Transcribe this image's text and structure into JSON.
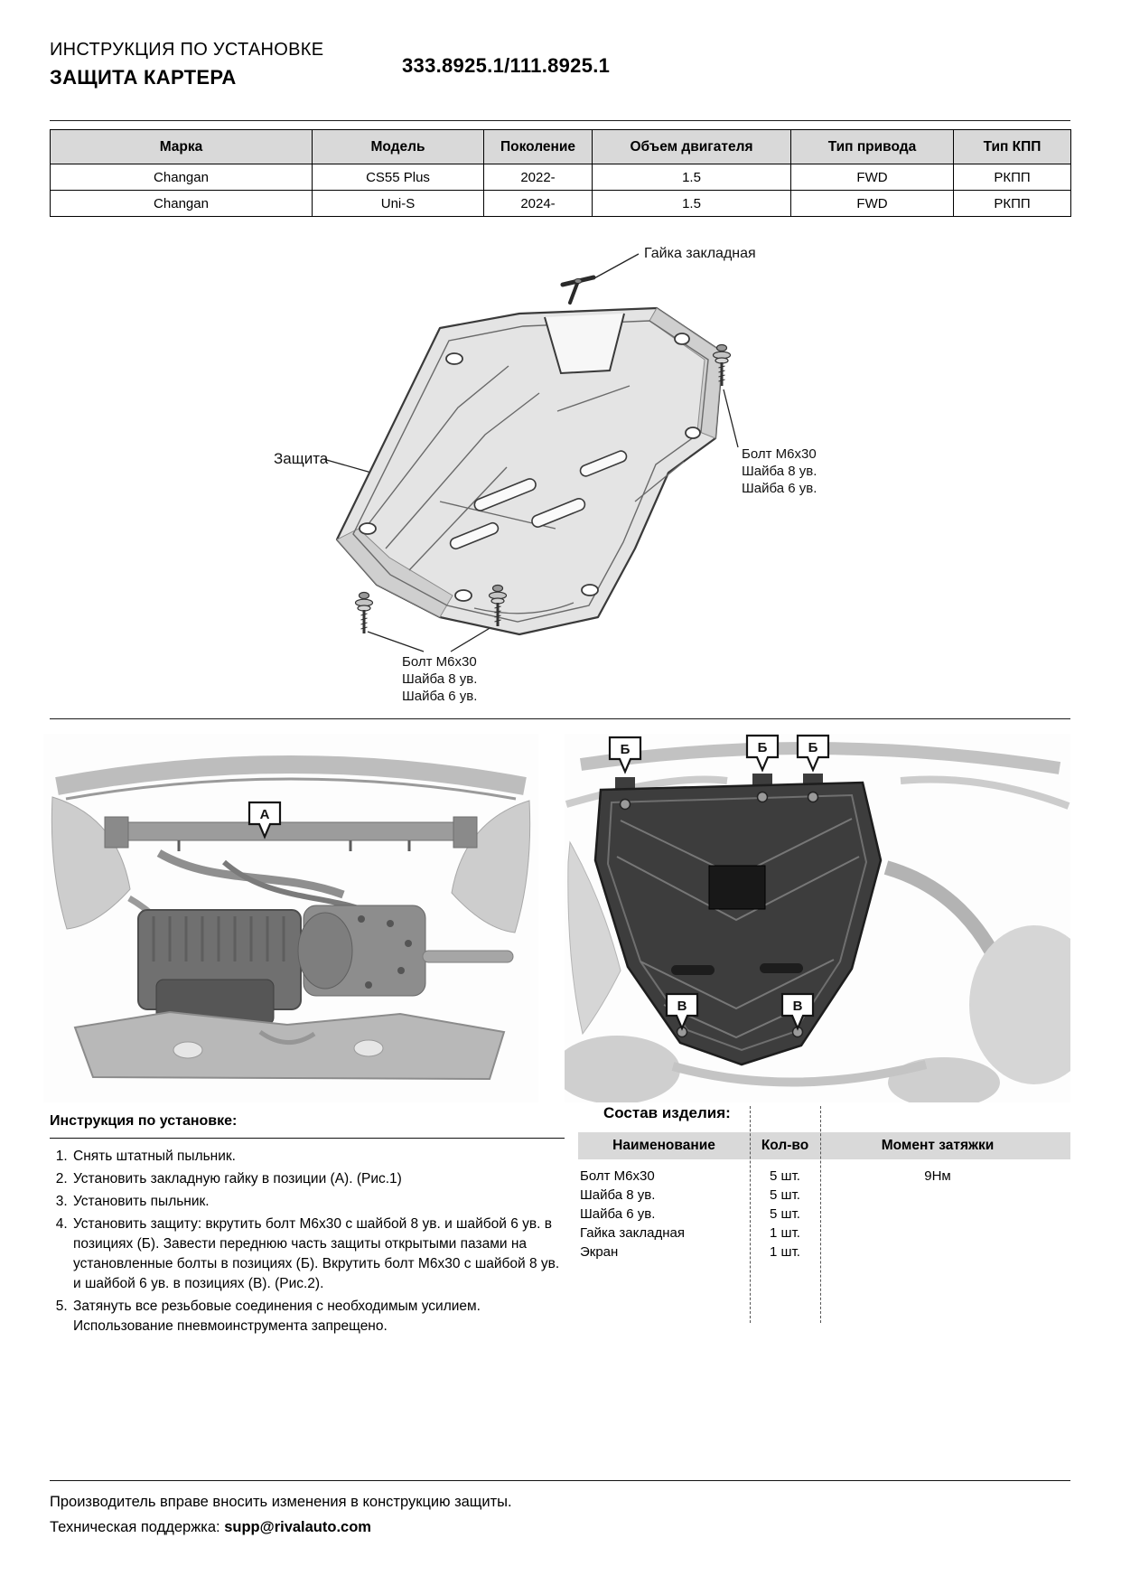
{
  "colors": {
    "table_header_bg": "#d9d9d9",
    "plate_dark": "#3d3d3d"
  },
  "header": {
    "title_line1": "ИНСТРУКЦИЯ ПО УСТАНОВКЕ",
    "title_line2": "ЗАЩИТА КАРТЕРА",
    "part_number": "333.8925.1/111.8925.1"
  },
  "vehicle_table": {
    "headers": [
      "Марка",
      "Модель",
      "Поколение",
      "Объем двигателя",
      "Тип привода",
      "Тип КПП"
    ],
    "rows": [
      [
        "Changan",
        "CS55 Plus",
        "2022-",
        "1.5",
        "FWD",
        "РКПП"
      ],
      [
        "Changan",
        "Uni-S",
        "2024-",
        "1.5",
        "FWD",
        "РКПП"
      ]
    ]
  },
  "diagram": {
    "nut_label": "Гайка закладная",
    "shield_label": "Защита",
    "bolt_label_lines": [
      "Болт М6х30",
      "Шайба 8 ув.",
      "Шайба 6 ув."
    ]
  },
  "figures": {
    "fig1": {
      "marker": "А"
    },
    "fig2": {
      "marker_b": "Б",
      "marker_v": "В"
    }
  },
  "instructions": {
    "title": "Инструкция по установке:",
    "steps": [
      "Снять штатный пыльник.",
      "Установить закладную гайку в позиции (А). (Рис.1)",
      "Установить пыльник.",
      "Установить защиту: вкрутить болт М6х30 с шайбой 8 ув. и шайбой 6 ув. в позициях (Б). Завести переднюю часть защиты открытыми пазами на установленные болты в позициях (Б). Вкрутить болт М6х30 с шайбой 8 ув. и шайбой 6 ув. в позициях (В). (Рис.2).",
      "Затянуть все резьбовые соединения с необходимым усилием. Использование пневмоинструмента запрещено."
    ]
  },
  "composition": {
    "title": "Состав изделия:",
    "headers": [
      "Наименование",
      "Кол-во",
      "Момент затяжки"
    ],
    "rows": [
      {
        "name": "Болт М6х30",
        "qty": "5 шт.",
        "torque": "9Нм"
      },
      {
        "name": "Шайба 8 ув.",
        "qty": "5 шт.",
        "torque": ""
      },
      {
        "name": "Шайба 6 ув.",
        "qty": "5 шт.",
        "torque": ""
      },
      {
        "name": "Гайка закладная",
        "qty": "1 шт.",
        "torque": ""
      },
      {
        "name": "Экран",
        "qty": "1 шт.",
        "torque": ""
      }
    ]
  },
  "footer": {
    "disclaimer": "Производитель вправе вносить изменения в конструкцию защиты.",
    "support_label": "Техническая поддержка:",
    "support_email": "supp@rivalauto.com"
  }
}
